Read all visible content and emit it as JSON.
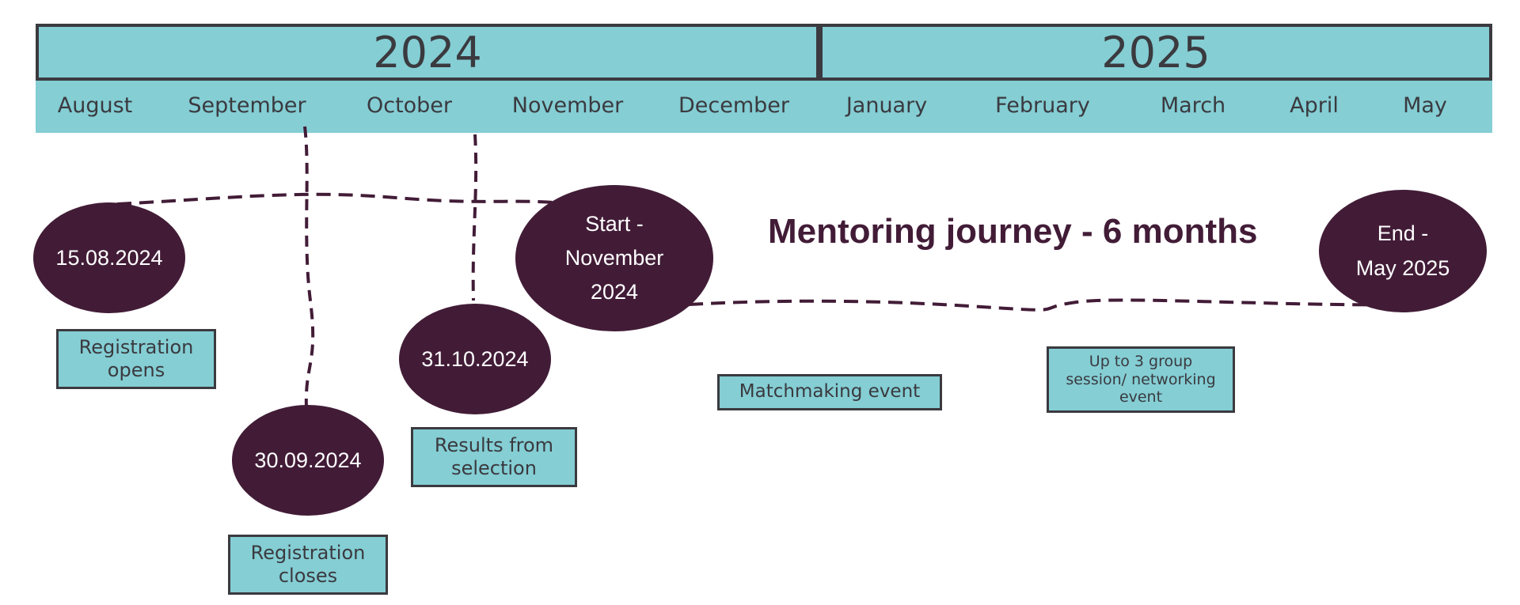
{
  "years": [
    "2024",
    "2025"
  ],
  "months": [
    "August",
    "September",
    "October",
    "November",
    "December",
    "January",
    "February",
    "March",
    "April",
    "May"
  ],
  "title": "Mentoring journey - 6 months",
  "milestones": [
    {
      "date": "15.08.2024",
      "label": "Registration opens"
    },
    {
      "date": "30.09.2024",
      "label": "Registration closes"
    },
    {
      "date": "31.10.2024",
      "label": "Results from selection"
    },
    {
      "date_lines": [
        "Start -",
        "November",
        "2024"
      ]
    },
    {
      "date_lines": [
        "End -",
        "May 2025"
      ]
    }
  ],
  "events": [
    {
      "label": "Matchmaking event"
    },
    {
      "label_lines": [
        "Up to 3 group",
        "session/ networking",
        "event"
      ]
    }
  ],
  "colors": {
    "teal": "#84ced4",
    "plum": "#421c37",
    "ink": "#3a3a3f"
  }
}
